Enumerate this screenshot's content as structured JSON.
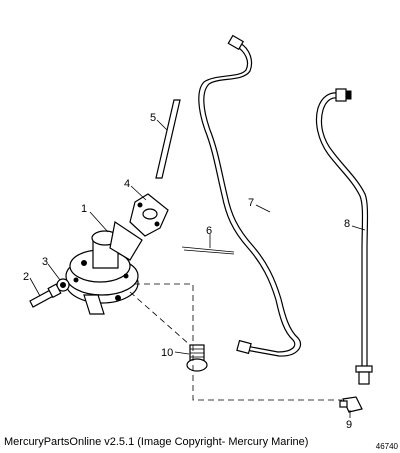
{
  "diagram": {
    "callouts": [
      "1",
      "2",
      "3",
      "4",
      "5",
      "6",
      "7",
      "8",
      "9",
      "10"
    ],
    "footer": "MercuryPartsOnline v2.5.1 (Image Copyright- Mercury Marine)",
    "figure_number": "46740"
  }
}
